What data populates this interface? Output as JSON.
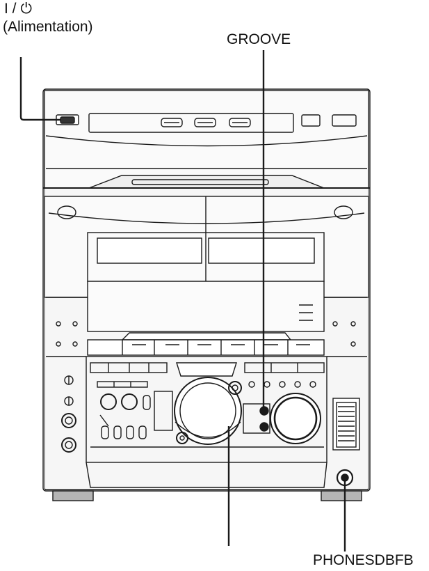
{
  "labels": {
    "power_symbol": "I / ⏻",
    "power_name": "(Alimentation)",
    "groove": "GROOVE",
    "phones": "PHONESDBFB"
  },
  "colors": {
    "ink": "#1a1a1a",
    "panel_fill": "#f6f6f6",
    "shadow": "#b5b5b5",
    "background": "#ffffff"
  }
}
